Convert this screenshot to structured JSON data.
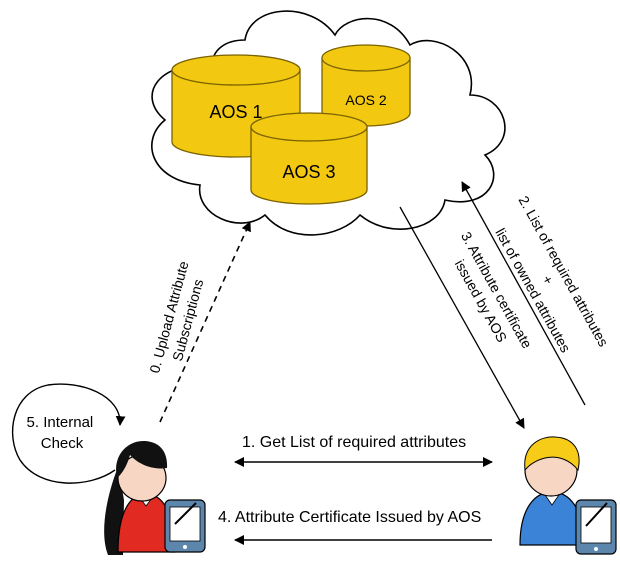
{
  "servers": {
    "aos1": "AOS 1",
    "aos2": "AOS 2",
    "aos3": "AOS 3"
  },
  "steps": {
    "step0": [
      "0. Upload Attribute",
      "Subscriptions"
    ],
    "step1": "1. Get List of required attributes",
    "step2": [
      "2. List of required attributes",
      "+",
      "list of owned attributes"
    ],
    "step3": [
      "3. Attribute certificate",
      "issued by AOS"
    ],
    "step4": "4. Attribute Certificate Issued by AOS",
    "step5": [
      "5. Internal",
      "Check"
    ]
  },
  "colors": {
    "cylinder_fill": "#f2c811",
    "cylinder_stroke": "#7a6200",
    "woman_dress": "#e02a22",
    "woman_hair": "#111111",
    "man_shirt": "#3b83d6",
    "man_hair": "#f6cc18",
    "skin": "#f7d7c4",
    "pda_body": "#5d86ad"
  }
}
